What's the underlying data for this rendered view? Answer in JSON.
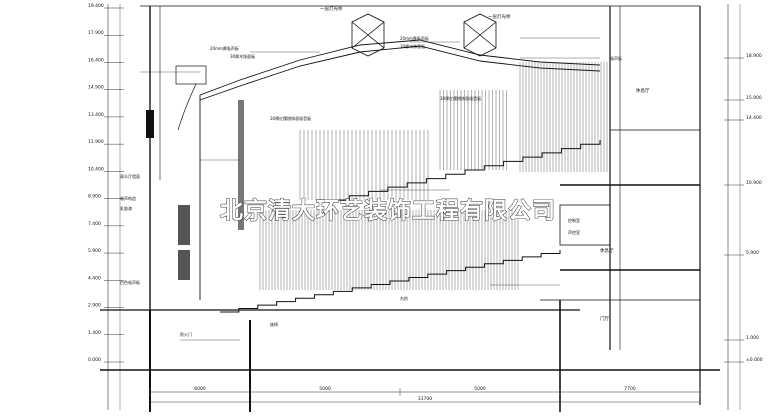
{
  "watermark": "北京清大环艺装饰工程有限公司",
  "elevations_left": [
    "19.400",
    "17.900",
    "16.400",
    "14.900",
    "13.400",
    "11.900",
    "10.400",
    "8.900",
    "7.400",
    "5.900",
    "4.400",
    "2.900",
    "1.400",
    "0.000"
  ],
  "elevations_right": [
    "18.900",
    "15.900",
    "14.400",
    "10.900",
    "5.900",
    "1.000",
    "±0.000"
  ],
  "dimensions_bottom": [
    "6000",
    "5000",
    "5000",
    "7700"
  ],
  "dimension_total": "31700",
  "labels": {
    "top_light_a": "一层灯光桥",
    "top_light_b": "一层灯光桥",
    "note_1": "20mm厚吸声板",
    "note_2": "30厚木饰面板",
    "note_3": "20mm厚吸声板",
    "note_4": "30厚木饰面板",
    "note_5": "30厚红樱桃饰面吸音板",
    "note_6": "30厚红樱桃饰面吸音板",
    "note_7": "吸声板",
    "left_note_1": "观众厅墙面",
    "left_note_2": "吸声构造",
    "left_note_3": "乳胶漆",
    "left_note_4": "白色吸声板",
    "hall_1": "休息厅",
    "hall_2": "休息厅",
    "hall_3": "门厅",
    "control": "控制室",
    "sound": "声控室",
    "stage_note": "台阶",
    "bottom_note_1": "防火门",
    "bottom_note_2": "座椅"
  }
}
